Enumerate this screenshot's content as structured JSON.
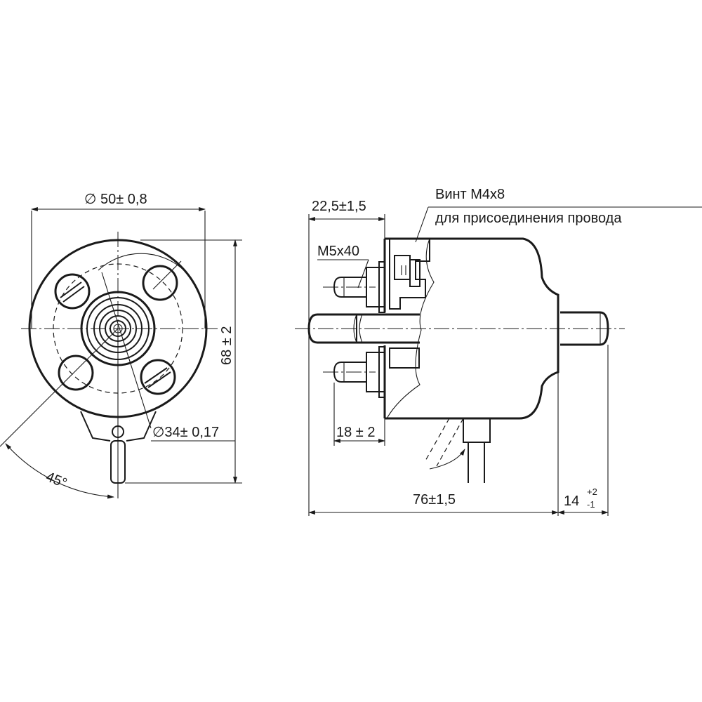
{
  "front_view": {
    "diameter_outer": "∅ 50± 0,8",
    "diameter_holes": "∅34± 0,17",
    "height": "68 ± 2",
    "angle": "45°"
  },
  "side_view": {
    "flange_width": "22,5±1,5",
    "screw_callout_line1": "Винт М4х8",
    "screw_callout_line2": "для присоединения провода",
    "stud_callout": "М5х40",
    "stud_length": "18 ± 2",
    "body_length": "76±1,5",
    "shaft_length": "14",
    "shaft_tol_upper": "+2",
    "shaft_tol_lower": "-1"
  }
}
